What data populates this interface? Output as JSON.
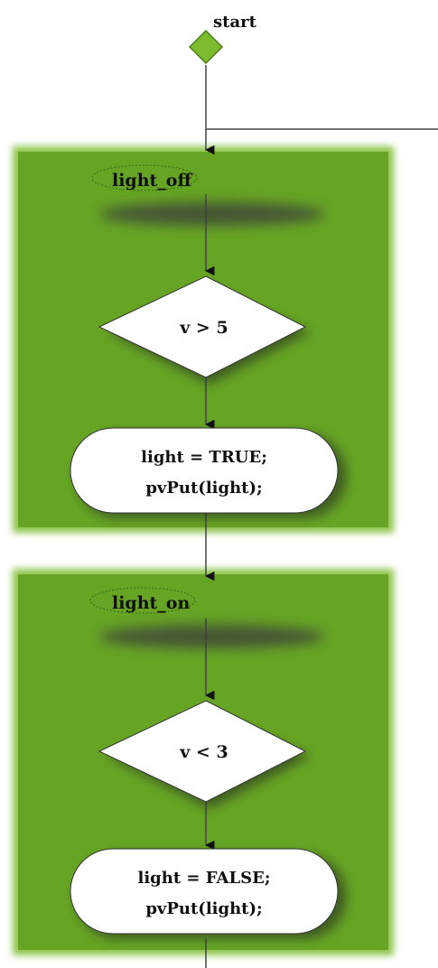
{
  "start": {
    "label": "start"
  },
  "states": [
    {
      "name": "light_off",
      "condition": "v > 5",
      "action_lines": [
        "light = TRUE;",
        "pvPut(light);"
      ]
    },
    {
      "name": "light_on",
      "condition": "v < 3",
      "action_lines": [
        "light = FALSE;",
        "pvPut(light);"
      ]
    }
  ],
  "colors": {
    "state_background": "#66a524",
    "state_background_edge": "#8cc44a",
    "node_fill": "#ffffff",
    "line": "#444444",
    "start_marker": "#7dbb2e"
  }
}
